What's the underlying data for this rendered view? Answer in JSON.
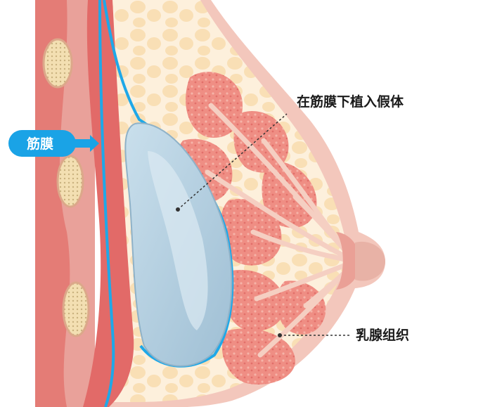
{
  "labels": {
    "fascia": "筋膜",
    "implant": "在筋膜下植入假体",
    "gland": "乳腺组织"
  },
  "colors": {
    "fascia_line": "#1fa8e8",
    "label_pill": "#1aa3e6",
    "muscle": "#e06a6a",
    "skin": "#f2c2b8",
    "fat": "#fbe6c8",
    "gland": "#ec8c82",
    "implant": "#b3cfe0"
  }
}
